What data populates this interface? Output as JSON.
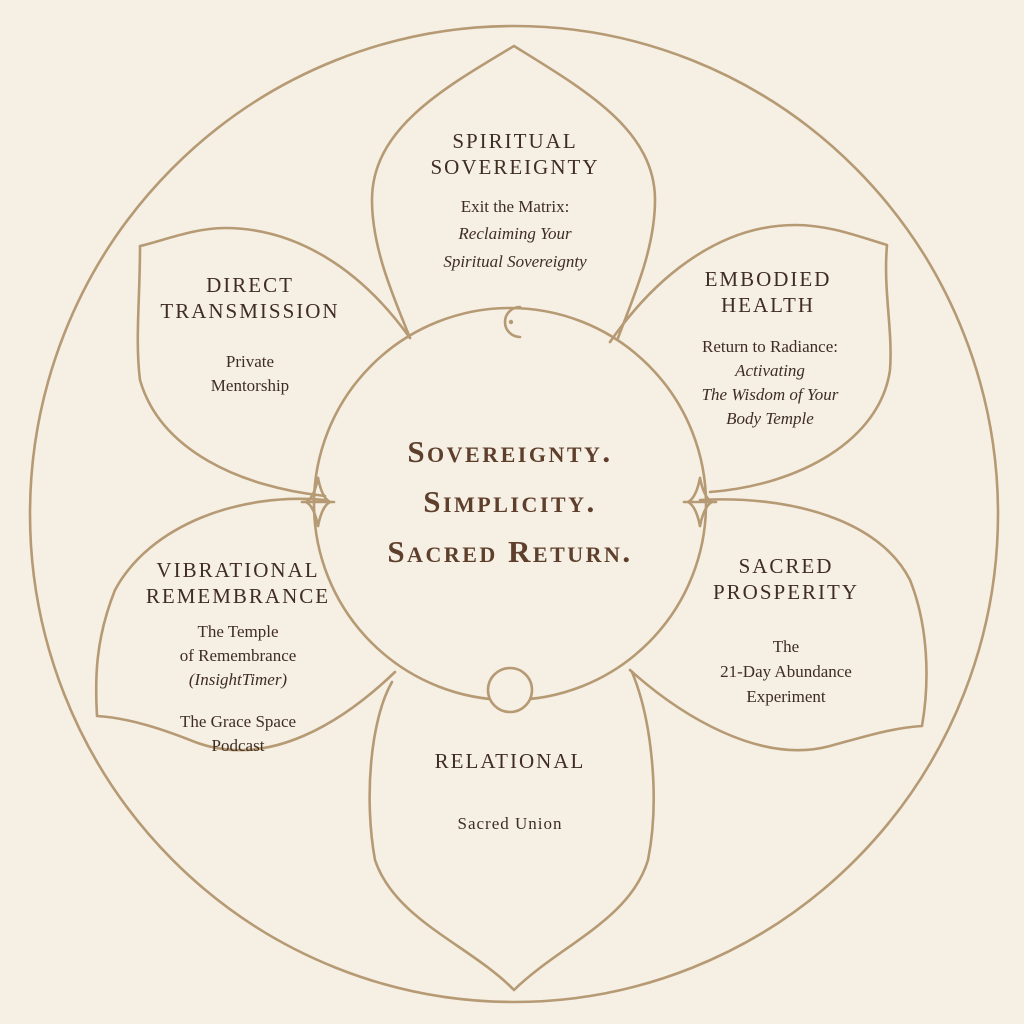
{
  "colors": {
    "background": "#f6efe4",
    "line": "#b59a74",
    "heading_text": "#3f2d22",
    "center_text": "#5e3f2b"
  },
  "center": {
    "line1": "Sovereignty.",
    "line2": "Simplicity.",
    "line3": "Sacred Return."
  },
  "petals": {
    "spiritual": {
      "heading1": "Spiritual",
      "heading2": "Sovereignty",
      "line1": "Exit the Matrix:",
      "line2": "Reclaiming Your",
      "line3": "Spiritual Sovereignty"
    },
    "embodied": {
      "heading1": "Embodied",
      "heading2": "Health",
      "line1": "Return to  Radiance:",
      "line2": "Activating",
      "line3": "The Wisdom of Your",
      "line4": "Body Temple"
    },
    "prosperity": {
      "heading1": "Sacred",
      "heading2": "Prosperity",
      "line1": "The",
      "line2": "21-Day Abundance",
      "line3": "Experiment"
    },
    "relational": {
      "heading1": "Relational",
      "line1": "Sacred Union"
    },
    "vibrational": {
      "heading1": "Vibrational",
      "heading2": "Remembrance",
      "line1": "The Temple",
      "line2": "of Remembrance",
      "line3": "(InsightTimer)",
      "line4": "The Grace Space",
      "line5": "Podcast"
    },
    "transmission": {
      "heading1": "Direct",
      "heading2": "Transmission",
      "line1": "Private",
      "line2": "Mentorship"
    }
  },
  "icons": {
    "top": "crescent-moon-icon",
    "bottom": "circle-icon",
    "left": "sparkle-icon",
    "right": "sparkle-icon"
  }
}
